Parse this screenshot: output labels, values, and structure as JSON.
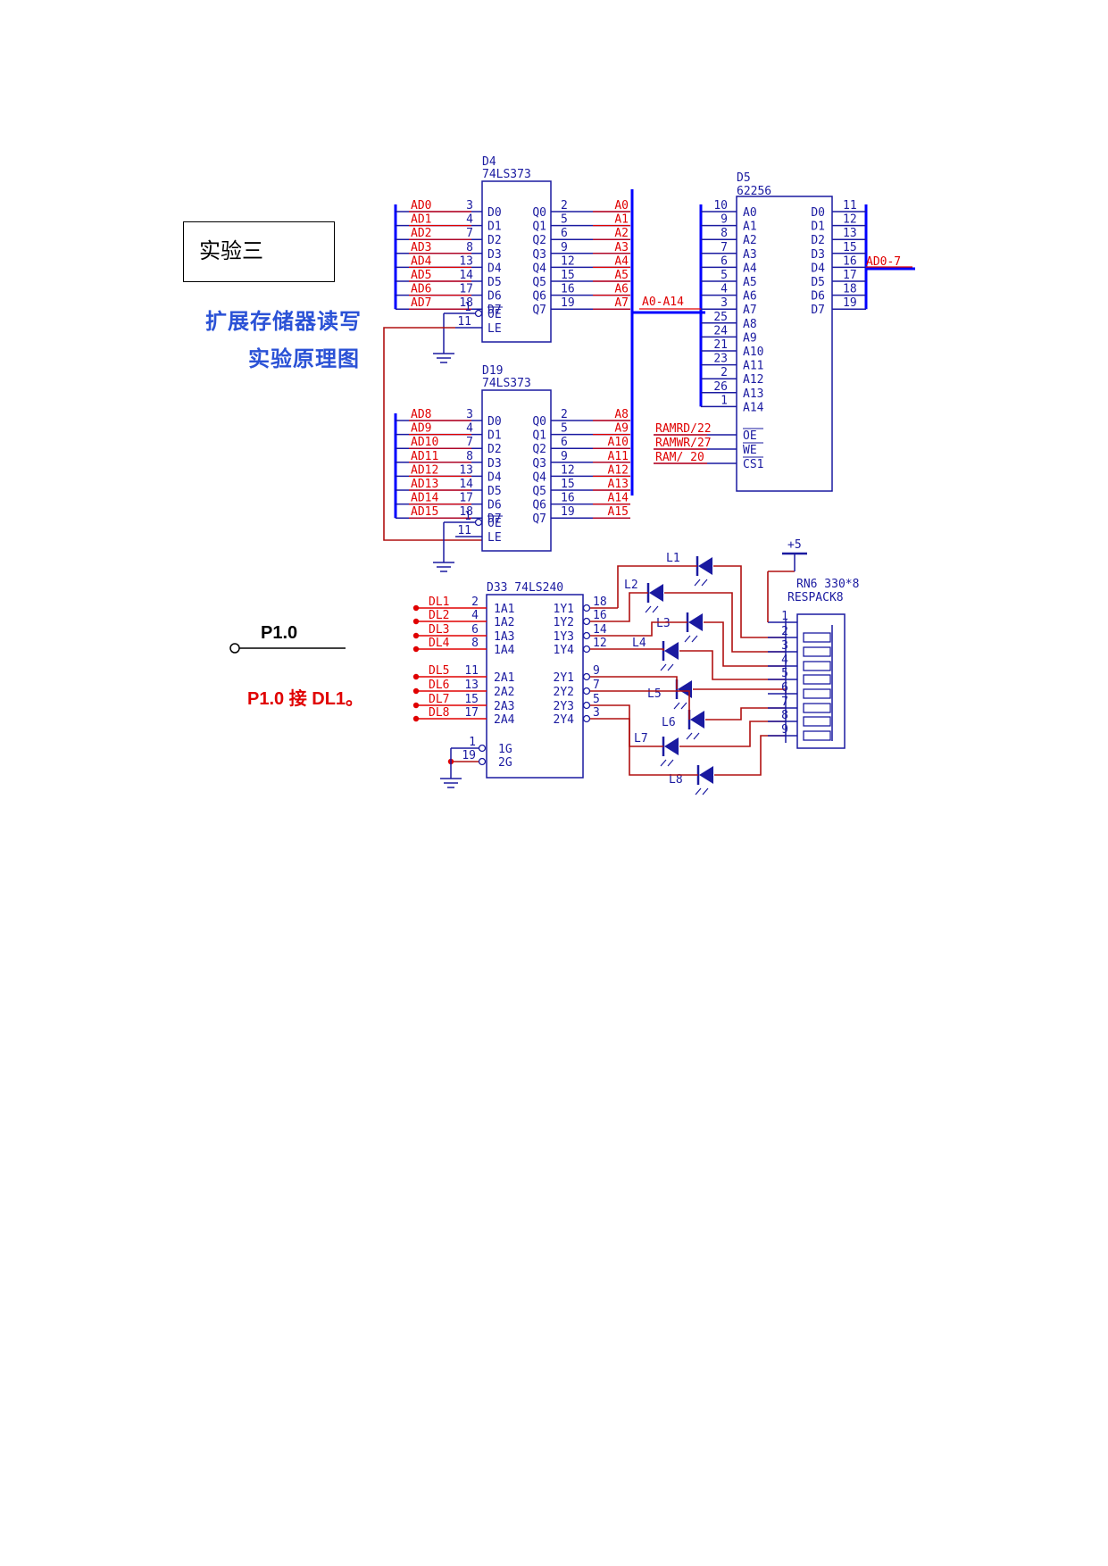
{
  "box_label": "实验三",
  "title": {
    "line1": "扩展存储器读写",
    "line2": "实验原理图"
  },
  "p10": {
    "label": "P1.0",
    "note": "P1.0 接 DL1。"
  },
  "colors": {
    "wire_blue": "#1a1aa0",
    "bus_blue": "#0000ff",
    "net_red": "#e00000",
    "wire_red": "#b01010",
    "title_blue": "#2b52d6"
  },
  "d4": {
    "ref": "D4",
    "part": "74LS373",
    "in_nets": [
      "AD0",
      "AD1",
      "AD2",
      "AD3",
      "AD4",
      "AD5",
      "AD6",
      "AD7"
    ],
    "in_pins": [
      "3",
      "4",
      "7",
      "8",
      "13",
      "14",
      "17",
      "18"
    ],
    "in_names": [
      "D0",
      "D1",
      "D2",
      "D3",
      "D4",
      "D5",
      "D6",
      "D7"
    ],
    "out_names": [
      "Q0",
      "Q1",
      "Q2",
      "Q3",
      "Q4",
      "Q5",
      "Q6",
      "Q7"
    ],
    "out_pins": [
      "2",
      "5",
      "6",
      "9",
      "12",
      "15",
      "16",
      "19"
    ],
    "out_nets": [
      "A0",
      "A1",
      "A2",
      "A3",
      "A4",
      "A5",
      "A6",
      "A7"
    ],
    "ctrl_pins": [
      "1",
      "11"
    ],
    "ctrl_names": [
      "OE",
      "LE"
    ]
  },
  "d19": {
    "ref": "D19",
    "part": "74LS373",
    "in_nets": [
      "AD8",
      "AD9",
      "AD10",
      "AD11",
      "AD12",
      "AD13",
      "AD14",
      "AD15"
    ],
    "in_pins": [
      "3",
      "4",
      "7",
      "8",
      "13",
      "14",
      "17",
      "18"
    ],
    "in_names": [
      "D0",
      "D1",
      "D2",
      "D3",
      "D4",
      "D5",
      "D6",
      "D7"
    ],
    "out_names": [
      "Q0",
      "Q1",
      "Q2",
      "Q3",
      "Q4",
      "Q5",
      "Q6",
      "Q7"
    ],
    "out_pins": [
      "2",
      "5",
      "6",
      "9",
      "12",
      "15",
      "16",
      "19"
    ],
    "out_nets": [
      "A8",
      "A9",
      "A10",
      "A11",
      "A12",
      "A13",
      "A14",
      "A15"
    ],
    "ctrl_pins": [
      "1",
      "11"
    ],
    "ctrl_names": [
      "OE",
      "LE"
    ]
  },
  "d5": {
    "ref": "D5",
    "part": "62256",
    "addr_pins": [
      "10",
      "9",
      "8",
      "7",
      "6",
      "5",
      "4",
      "3",
      "25",
      "24",
      "21",
      "23",
      "2",
      "26",
      "1"
    ],
    "addr_names": [
      "A0",
      "A1",
      "A2",
      "A3",
      "A4",
      "A5",
      "A6",
      "A7",
      "A8",
      "A9",
      "A10",
      "A11",
      "A12",
      "A13",
      "A14"
    ],
    "data_names": [
      "D0",
      "D1",
      "D2",
      "D3",
      "D4",
      "D5",
      "D6",
      "D7"
    ],
    "data_pins": [
      "11",
      "12",
      "13",
      "15",
      "16",
      "17",
      "18",
      "19"
    ],
    "bus_in": "A0-A14",
    "bus_out": "AD0-7",
    "ctrl_nets": [
      "RAMRD/22",
      "RAMWR/27",
      "RAM/  20"
    ],
    "ctrl_names": [
      "OE",
      "WE",
      "CS1"
    ]
  },
  "d33": {
    "title": "D33 74LS240",
    "in_nets": [
      "DL1",
      "DL2",
      "DL3",
      "DL4",
      "DL5",
      "DL6",
      "DL7",
      "DL8"
    ],
    "in_pins": [
      "2",
      "4",
      "6",
      "8",
      "11",
      "13",
      "15",
      "17"
    ],
    "in_names": [
      "1A1",
      "1A2",
      "1A3",
      "1A4",
      "2A1",
      "2A2",
      "2A3",
      "2A4"
    ],
    "out_names": [
      "1Y1",
      "1Y2",
      "1Y3",
      "1Y4",
      "2Y1",
      "2Y2",
      "2Y3",
      "2Y4"
    ],
    "out_pins": [
      "18",
      "16",
      "14",
      "12",
      "9",
      "7",
      "5",
      "3"
    ],
    "en_pins": [
      "1",
      "19"
    ],
    "en_names": [
      "1G",
      "2G"
    ]
  },
  "leds": [
    "L1",
    "L2",
    "L3",
    "L4",
    "L5",
    "L6",
    "L7",
    "L8"
  ],
  "rn6": {
    "line1": "RN6  330*8",
    "line2": "RESPACK8",
    "pins": [
      "1",
      "2",
      "3",
      "4",
      "5",
      "6",
      "7",
      "8",
      "9"
    ]
  },
  "vcc": "+5"
}
